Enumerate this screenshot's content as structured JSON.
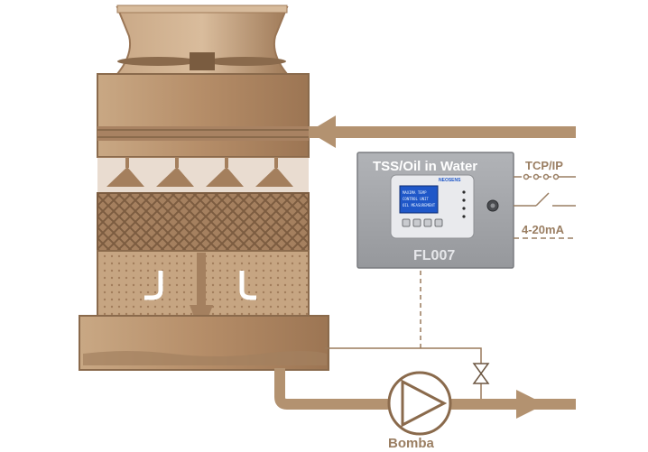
{
  "panel": {
    "title": "TSS/Oil in Water",
    "model": "FL007",
    "brand": "NEOSENS",
    "screen_lines": [
      "MAXIMA TEMP",
      "CONTROL UNIT",
      "OIL MEASUREMENT"
    ]
  },
  "signals": {
    "tcp": "TCP/IP",
    "analog": "4-20mA"
  },
  "pump": {
    "label": "Bomba"
  },
  "colors": {
    "tower": "#b8926d",
    "tower_dark": "#8a6a4c",
    "pipe": "#b39270",
    "panel": "#a4a6aa",
    "lcd": "#1f57c8"
  }
}
